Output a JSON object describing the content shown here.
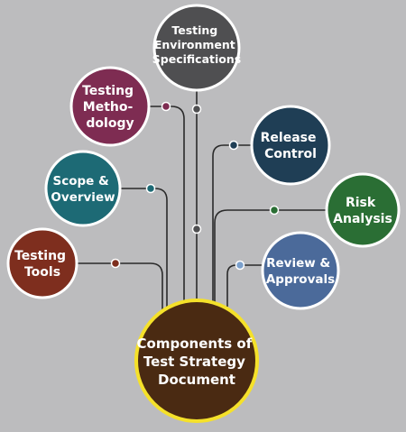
{
  "center": {
    "lines": [
      "Components of",
      "Test Strategy",
      "Document"
    ],
    "fill": "#4a2a12",
    "ring": "#f5e12a"
  },
  "nodes": [
    {
      "id": "testing-environment-specifications",
      "lines": [
        "Testing",
        "Environment",
        "Specifications"
      ],
      "fill": "#4f4f51",
      "dot": "#4f4f51"
    },
    {
      "id": "testing-methodology",
      "lines": [
        "Testing",
        "Metho-",
        "dology"
      ],
      "fill": "#7e2c52",
      "dot": "#7e2c52"
    },
    {
      "id": "release-control",
      "lines": [
        "Release",
        "Control"
      ],
      "fill": "#1f3e55",
      "dot": "#1f3e55"
    },
    {
      "id": "scope-overview",
      "lines": [
        "Scope &",
        "Overview"
      ],
      "fill": "#1d6a75",
      "dot": "#1d6a75"
    },
    {
      "id": "risk-analysis",
      "lines": [
        "Risk",
        "Analysis"
      ],
      "fill": "#2a6e34",
      "dot": "#2a6e34"
    },
    {
      "id": "testing-tools",
      "lines": [
        "Testing",
        "Tools"
      ],
      "fill": "#7e2e1e",
      "dot": "#7e2e1e"
    },
    {
      "id": "review-approvals",
      "lines": [
        "Review &",
        "Approvals"
      ],
      "fill": "#4b6a9a",
      "dot": "#7ba0cc"
    }
  ]
}
